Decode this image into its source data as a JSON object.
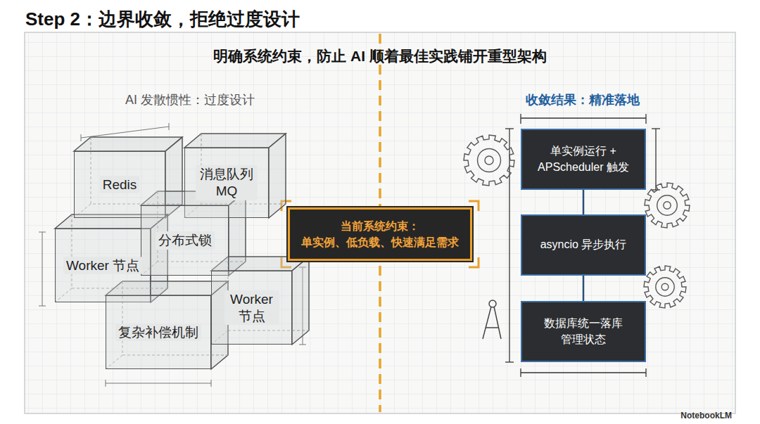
{
  "diagram": {
    "title": "Step 2：边界收敛，拒绝过度设计",
    "nodes": [
      {
        "text": [
          "Redis"
        ]
      },
      {
        "text": [
          "消息队列 MQ"
        ]
      },
      {
        "text": [
          "Worker 节点"
        ]
      },
      {
        "text": [
          "分布式锁"
        ]
      },
      {
        "text": [
          "Worker 节点"
        ]
      },
      {
        "text": [
          "复杂补偿机制"
        ]
      },
      {
        "text": [
          "当前系统约束：",
          "单实例、低负载、快速满足需求"
        ]
      },
      {
        "text": [
          "单实例运行 + APScheduler 触发"
        ]
      },
      {
        "text": [
          "asyncio 异步执行"
        ]
      },
      {
        "text": [
          "数据库统一落库 管理状态"
        ]
      }
    ],
    "edges": [
      {
        "from": 7,
        "to": 8,
        "arrow": "none"
      },
      {
        "from": 8,
        "to": 9,
        "arrow": "none"
      }
    ],
    "labels": [
      "明确系统约束，防止 AI 顺着最佳实践铺开重型架构",
      "AI 发散惯性：过度设计",
      "收敛结果：精准落地",
      "NotebookLM"
    ]
  }
}
